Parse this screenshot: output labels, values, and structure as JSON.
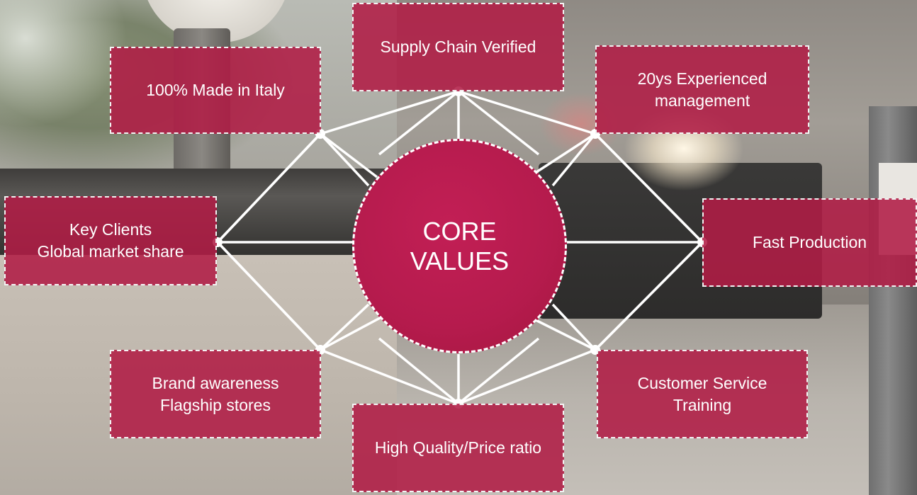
{
  "core": {
    "line1": "CORE",
    "line2": "VALUES"
  },
  "values": {
    "supply_chain": {
      "lines": [
        "Supply Chain Verified"
      ]
    },
    "made_in_italy": {
      "lines": [
        "100% Made in Italy"
      ]
    },
    "experienced_management": {
      "lines": [
        "20ys Experienced",
        "management"
      ]
    },
    "key_clients": {
      "lines": [
        "Key Clients",
        "Global market share"
      ]
    },
    "fast_production": {
      "lines": [
        "Fast Production"
      ]
    },
    "brand_awareness": {
      "lines": [
        "Brand awareness",
        "Flagship stores"
      ]
    },
    "customer_service": {
      "lines": [
        "Customer Service",
        "Training"
      ]
    },
    "quality_price": {
      "lines": [
        "High Quality/Price ratio"
      ]
    }
  },
  "colors": {
    "box_fill": "#b01c46",
    "core_fill": "#b51b4d",
    "line": "#ffffff"
  }
}
